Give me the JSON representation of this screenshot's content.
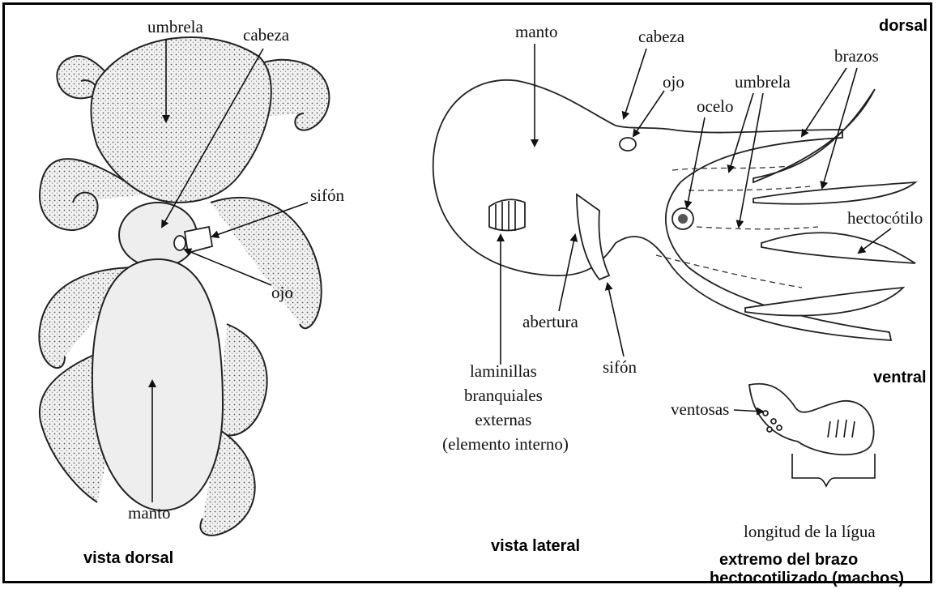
{
  "colors": {
    "ink": "#111111",
    "background": "#ffffff",
    "body_shade": "#eeeeee"
  },
  "dorsal_view": {
    "title": "vista dorsal",
    "labels": {
      "umbrela": "umbrela",
      "cabeza": "cabeza",
      "sifon": "sifón",
      "ojo": "ojo",
      "manto": "manto"
    }
  },
  "lateral_view": {
    "title": "vista lateral",
    "orientation_top": "dorsal",
    "orientation_bottom": "ventral",
    "labels": {
      "manto": "manto",
      "cabeza": "cabeza",
      "ojo": "ojo",
      "ocelo": "ocelo",
      "umbrela": "umbrela",
      "brazos": "brazos",
      "hectocotilo": "hectocótilo",
      "abertura": "abertura",
      "sifon": "sifón",
      "laminillas": [
        "laminillas",
        "branquiales",
        "externas",
        "(elemento interno)"
      ]
    }
  },
  "hectocotylus_detail": {
    "ventosas": "ventosas",
    "ligula": "longitud de la lígua",
    "title_line1": "extremo del brazo",
    "title_line2": "hectocotilizado (machos)"
  }
}
